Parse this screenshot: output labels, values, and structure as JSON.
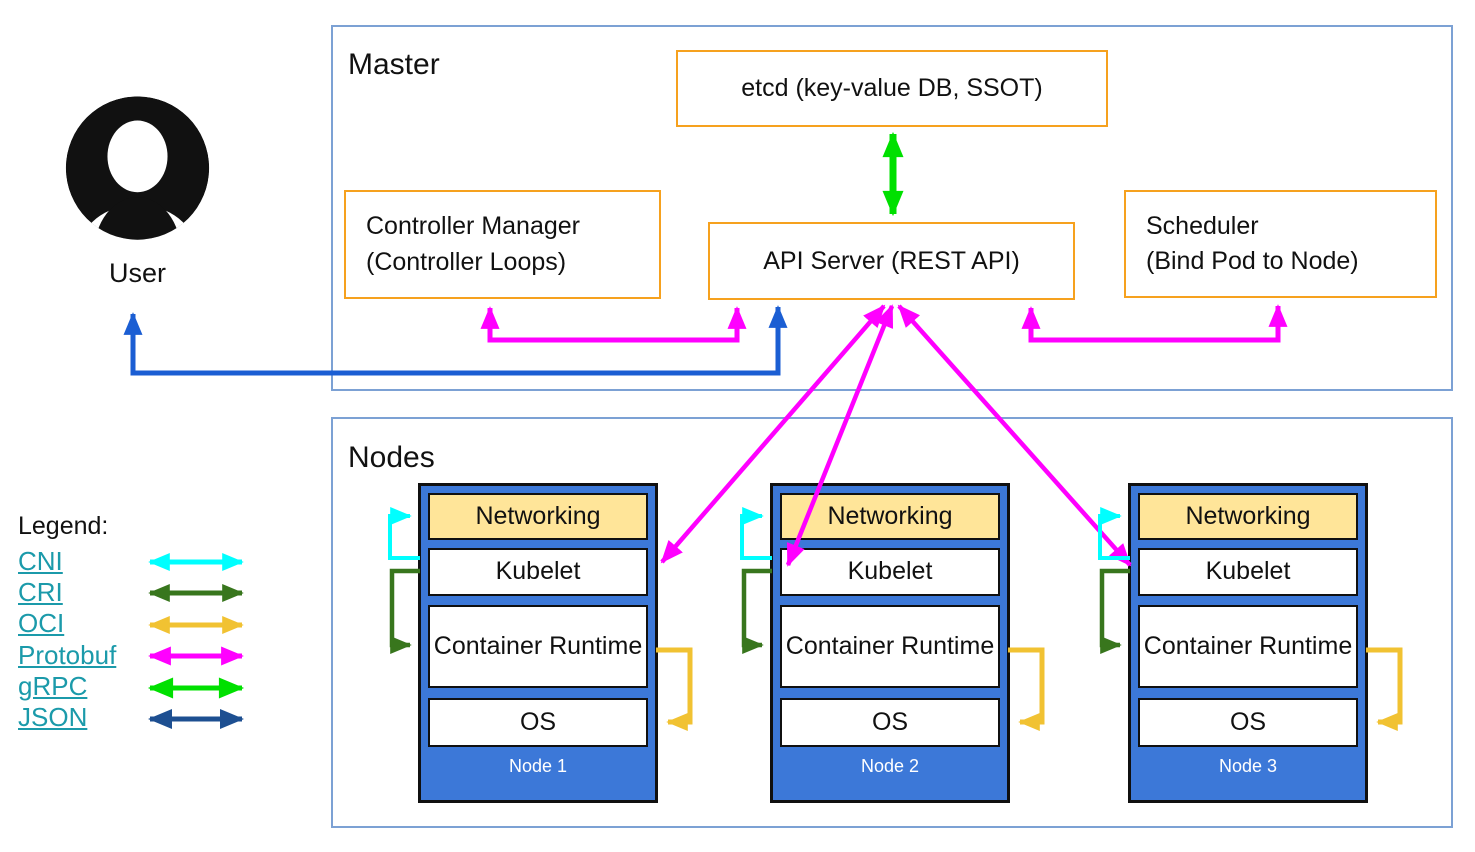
{
  "colors": {
    "cni": "#00FFFF",
    "cri": "#38761D",
    "oci": "#F1C232",
    "protobuf": "#FF00FF",
    "grpc": "#00E000",
    "json": "#1D4F91",
    "user_json_arrow": "#1B5ED3",
    "node_fill": "#3C78D8",
    "networking_fill": "#FFE599",
    "component_border": "#F6A11E",
    "group_border": "#7CA1D4",
    "link_text": "#1B9AAA"
  },
  "user": {
    "label": "User"
  },
  "master": {
    "title": "Master",
    "etcd_label": "etcd (key-value DB, SSOT)",
    "controller_manager_line1": "Controller Manager",
    "controller_manager_line2": "(Controller Loops)",
    "api_server_label": "API Server (REST API)",
    "scheduler_line1": "Scheduler",
    "scheduler_line2": "(Bind Pod to Node)"
  },
  "nodes_section": {
    "title": "Nodes",
    "rows": {
      "networking": "Networking",
      "kubelet": "Kubelet",
      "runtime": "Container Runtime",
      "os": "OS"
    },
    "nodes": [
      {
        "label": "Node 1"
      },
      {
        "label": "Node 2"
      },
      {
        "label": "Node 3"
      }
    ]
  },
  "legend": {
    "title": "Legend:",
    "items": [
      {
        "label": "CNI"
      },
      {
        "label": "CRI"
      },
      {
        "label": "OCI"
      },
      {
        "label": "Protobuf"
      },
      {
        "label": "gRPC"
      },
      {
        "label": "JSON"
      }
    ]
  }
}
